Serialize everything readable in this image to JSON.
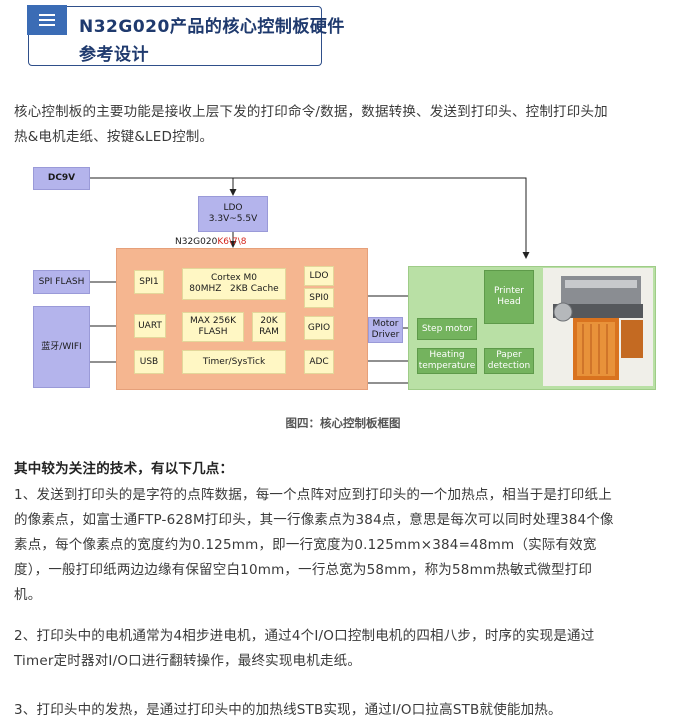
{
  "header": {
    "title_line1": "N32G020产品的核心控制板硬件",
    "title_line2": "参考设计"
  },
  "intro": {
    "line1": "核心控制板的主要功能是接收上层下发的打印命令/数据，数据转换、发送到打印头、控制打印头加",
    "line2": "热&电机走纸、按键&LED控制。"
  },
  "diagram": {
    "dc9v": "DC9V",
    "ldo_top": "LDO",
    "ldo_range": "3.3V~5.5V",
    "mcu_name": "N32G020",
    "mcu_variants": "K6\\7\\8",
    "spi_flash": "SPI FLASH",
    "wireless": "蓝牙/WIFI",
    "spi1": "SPI1",
    "uart": "UART",
    "usb": "USB",
    "cortex_line1": "Cortex M0",
    "cortex_line2": "80MHZ   2KB Cache",
    "flash_line1": "MAX 256K",
    "flash_line2": "FLASH",
    "ram_line1": "20K",
    "ram_line2": "RAM",
    "timer": "Timer/SysTick",
    "ldo_int": "LDO",
    "spi0": "SPI0",
    "gpio": "GPIO",
    "adc": "ADC",
    "motor_driver_line1": "Motor",
    "motor_driver_line2": "Driver",
    "step_motor": "Step motor",
    "printer_head_line1": "Printer",
    "printer_head_line2": "Head",
    "heating_line1": "Heating",
    "heating_line2": "temperature",
    "paper_line1": "Paper",
    "paper_line2": "detection",
    "caption": "图四：核心控制板框图"
  },
  "points": {
    "heading": "其中较为关注的技术，有以下几点：",
    "p1_lines": [
      "1、发送到打印头的是字符的点阵数据，每一个点阵对应到打印头的一个加热点，相当于是打印纸上",
      "的像素点，如富士通FTP-628M打印头，其一行像素点为384点，意思是每次可以同时处理384个像",
      "素点，每个像素点的宽度约为0.125mm，即一行宽度为0.125mm×384=48mm（实际有效宽",
      "度），一般打印纸两边边缘有保留空白10mm，一行总宽为58mm，称为58mm热敏式微型打印",
      "机。"
    ],
    "p2_lines": [
      "2、打印头中的电机通常为4相步进电机，通过4个I/O口控制电机的四相八步，时序的实现是通过",
      "Timer定时器对I/O口进行翻转操作，最终实现电机走纸。"
    ],
    "p3_lines": [
      "3、打印头中的发热，是通过打印头中的加热线STB实现，通过I/O口拉高STB就使能加热。"
    ]
  },
  "colors": {
    "title_blue": "#1f3a6e",
    "icon_blue": "#3b6cb5",
    "lavender": "#b4b4ec",
    "salmon": "#f5b690",
    "cream": "#fff7c4",
    "light_green": "#b9e0a5",
    "dark_green": "#74b35e",
    "mcu_variant_red": "#d4261c"
  },
  "icons": {
    "title_icon": "menu-icon"
  }
}
